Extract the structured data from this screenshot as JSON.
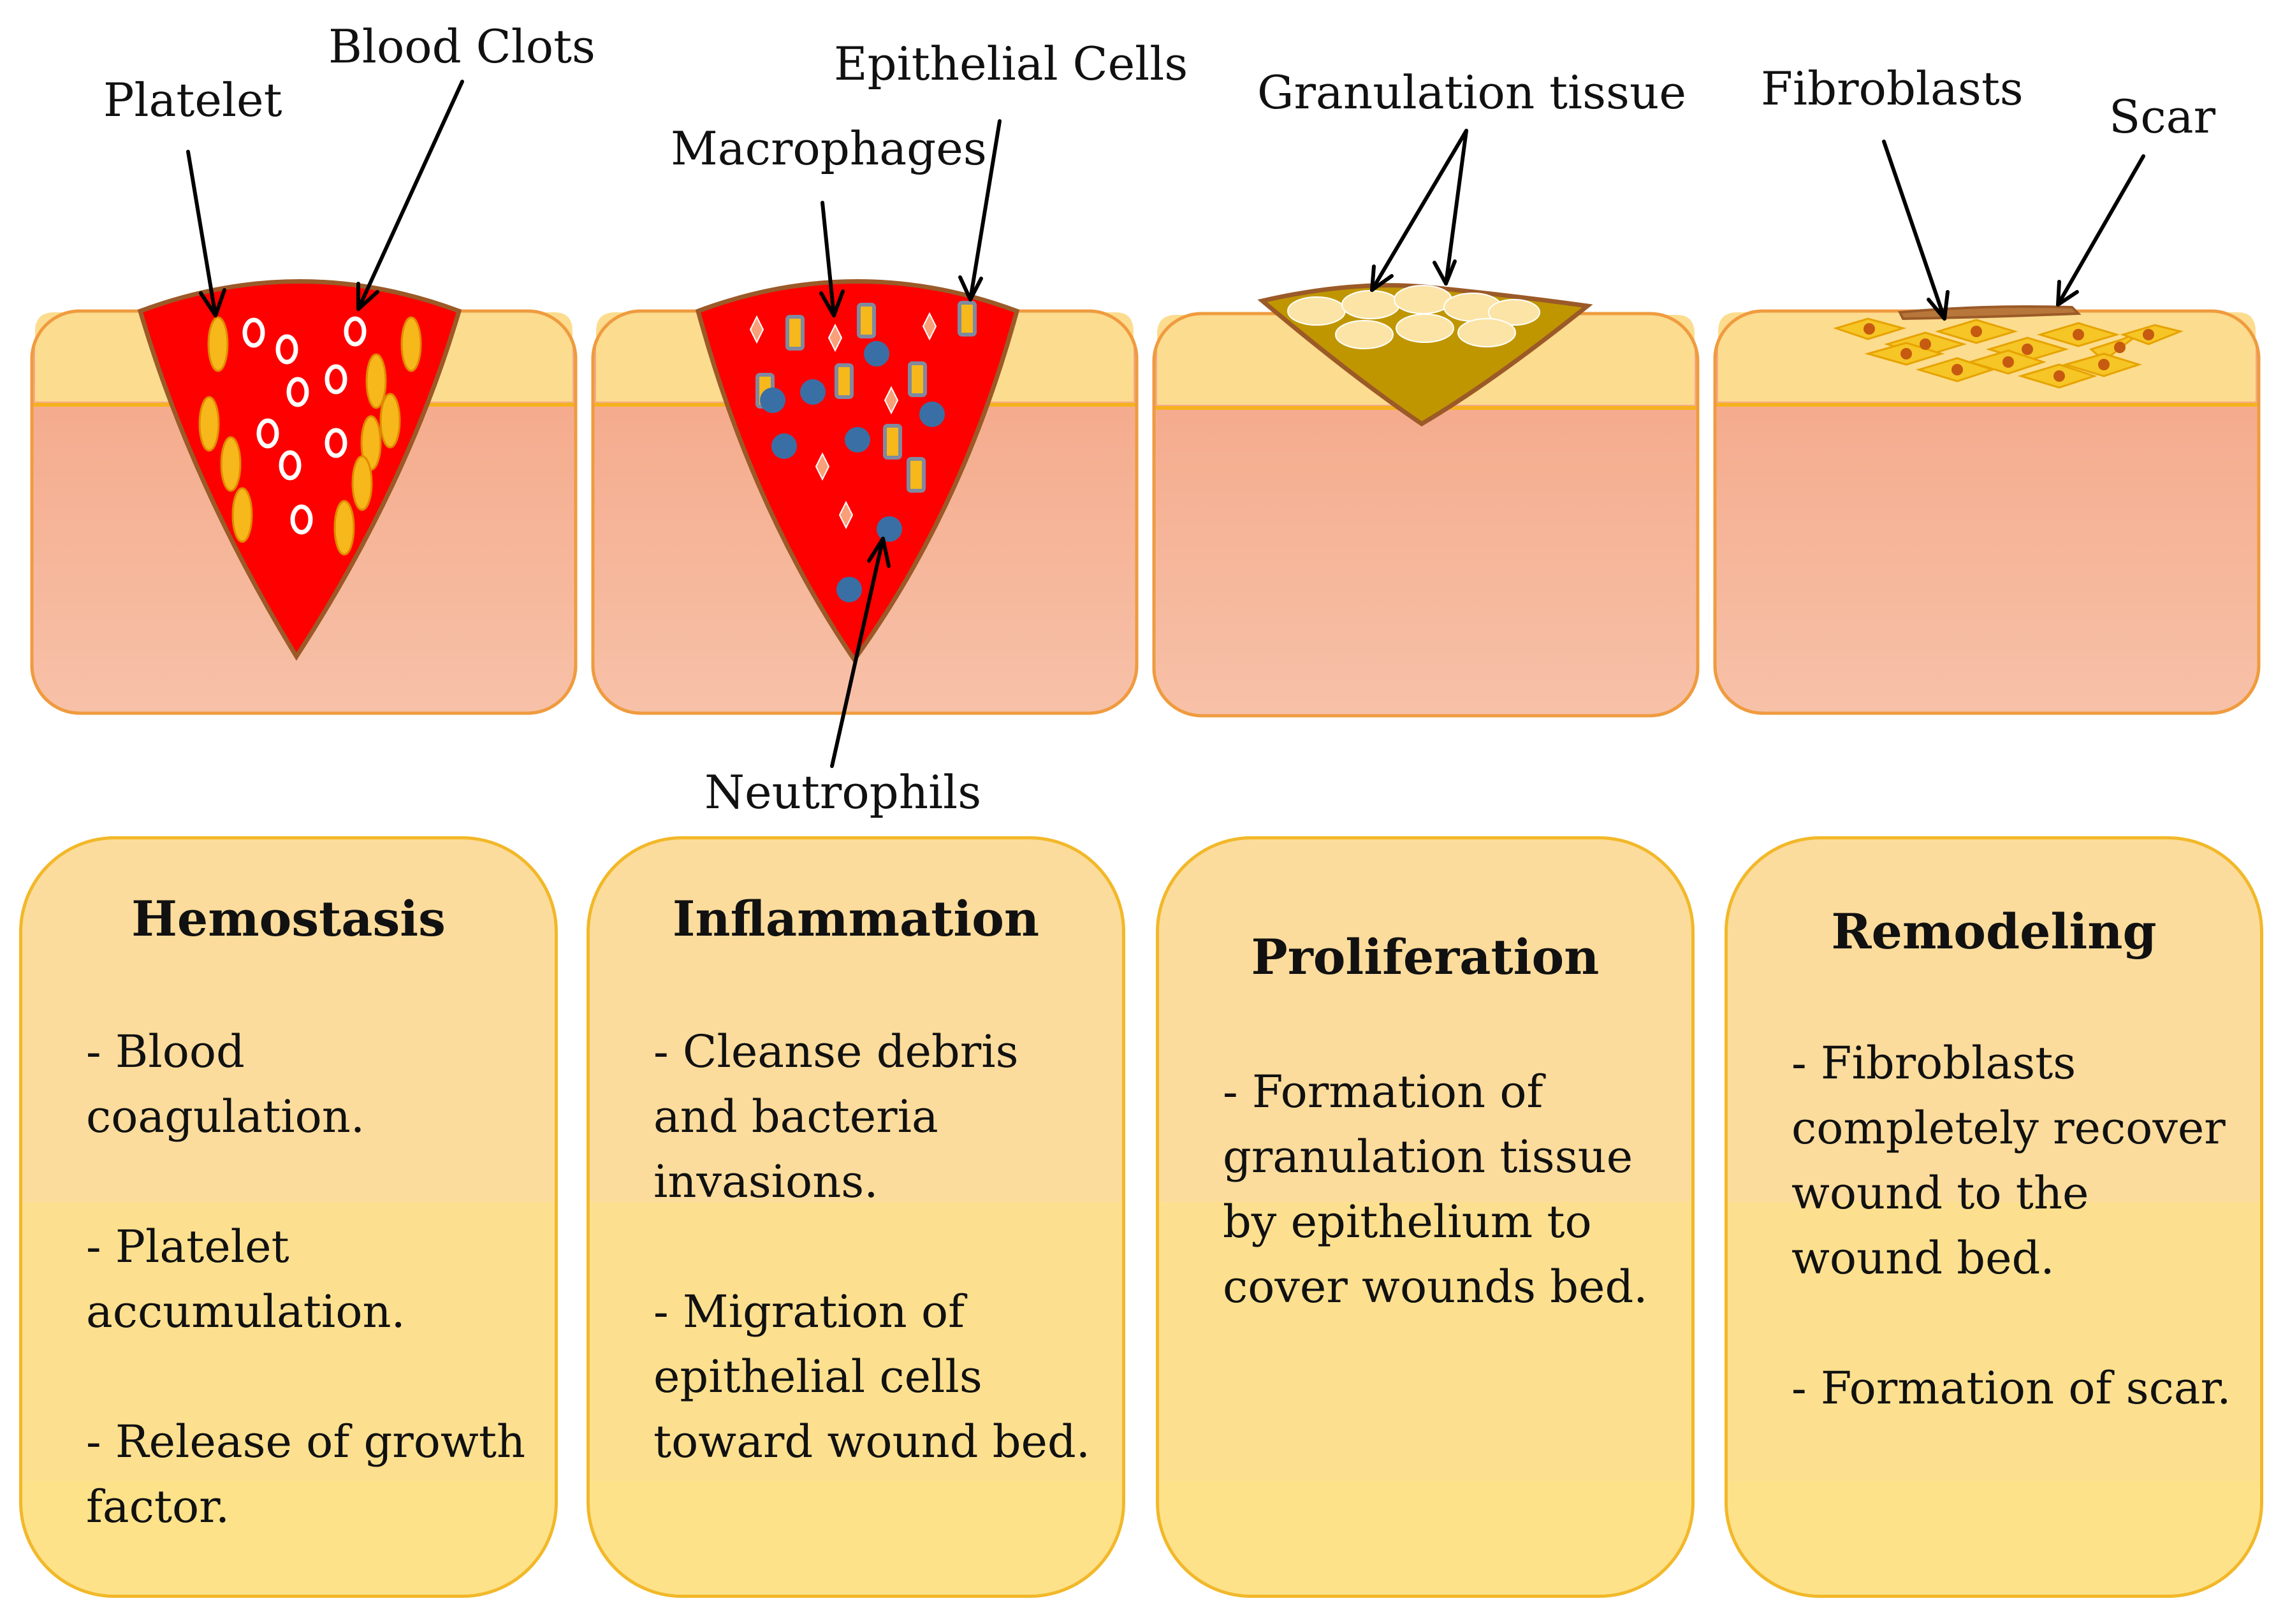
{
  "labels": {
    "platelet": "Platelet",
    "blood_clots": "Blood Clots",
    "epithelial_cells": "Epithelial Cells",
    "macrophages": "Macrophages",
    "neutrophils": "Neutrophils",
    "granulation_tissue": "Granulation tissue",
    "fibroblasts": "Fibroblasts",
    "scar": "Scar"
  },
  "stages": [
    {
      "title": "Hemostasis",
      "points": [
        "- Blood coagulation.",
        "- Platelet accumulation.",
        "- Release of growth factor."
      ]
    },
    {
      "title": "Inflammation",
      "points": [
        "- Cleanse debris and bacteria invasions.",
        "- Migration of epithelial cells toward wound bed."
      ]
    },
    {
      "title": "Proliferation",
      "points": [
        "- Formation of granulation tissue by epithelium to cover wounds bed."
      ]
    },
    {
      "title": "Remodeling",
      "points": [
        "- Fibroblasts completely recover wound to the wound bed.",
        "- Formation of scar."
      ]
    }
  ],
  "colors": {
    "epidermis": "#fcdc8e",
    "dermis": "#f4a585",
    "skin_border": "#ef9b3f",
    "wound_blood": "#ff0000",
    "wound_border": "#9b5a28",
    "platelet": "#f6b81a",
    "granulation": "#c09600",
    "fibroblast": "#f6c526",
    "card_border": "#f2b829"
  }
}
